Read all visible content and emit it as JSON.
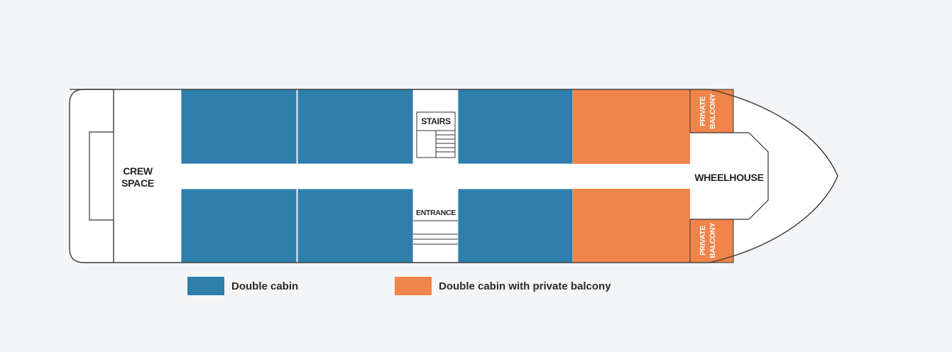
{
  "colors": {
    "double_cabin": "#2e7fab",
    "balcony_cabin": "#f0844b",
    "outline": "#333333",
    "background": "#f4f5f7",
    "hull_fill": "#ffffff"
  },
  "areas": {
    "crew_space_line1": "CREW",
    "crew_space_line2": "SPACE",
    "stairs": "STAIRS",
    "entrance": "ENTRANCE",
    "wheelhouse": "WHEELHOUSE",
    "private_balcony_line1": "PRIVATE",
    "private_balcony_line2": "BALCONY"
  },
  "legend": {
    "double_cabin": "Double cabin",
    "balcony_cabin": "Double cabin with private balcony"
  }
}
